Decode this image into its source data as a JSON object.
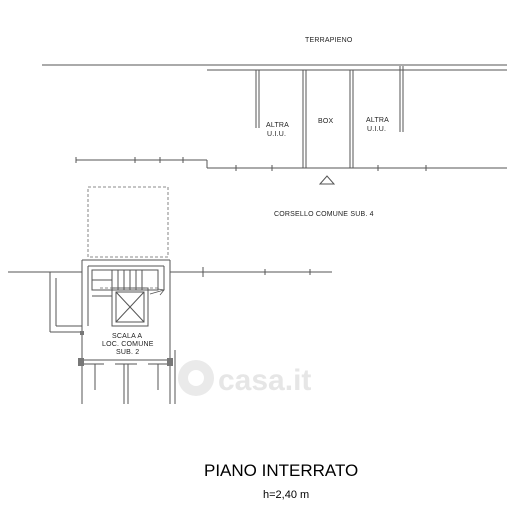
{
  "labels": {
    "terrapieno": "TERRAPIENO",
    "altra_left_1": "ALTRA",
    "altra_left_2": "U.I.U.",
    "box": "BOX",
    "altra_right_1": "ALTRA",
    "altra_right_2": "U.I.U.",
    "corsello": "CORSELLO COMUNE SUB. 4",
    "scala_1": "SCALA A",
    "scala_2": "LOC. COMUNE",
    "scala_3": "SUB. 2"
  },
  "title": "PIANO INTERRATO",
  "height_note": "h=2,40 m",
  "watermark": "casa.it",
  "colors": {
    "line": "#555555",
    "text": "#222222",
    "watermark": "#e6e6e6"
  }
}
